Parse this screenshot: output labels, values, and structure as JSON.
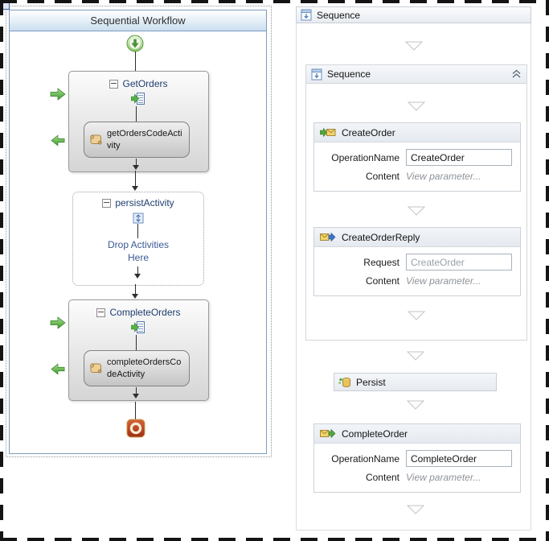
{
  "left_designer": {
    "title": "Sequential Workflow",
    "get_orders": {
      "label": "GetOrders",
      "code_activity": "getOrdersCodeActivity"
    },
    "persist_activity": {
      "label": "persistActivity",
      "drop_hint": "Drop Activities Here"
    },
    "complete_orders": {
      "label": "CompleteOrders",
      "code_activity": "completeOrdersCodeActivity"
    }
  },
  "right_designer": {
    "outer_sequence_title": "Sequence",
    "inner_sequence_title": "Sequence",
    "create_order": {
      "title": "CreateOrder",
      "operation_label": "OperationName",
      "operation_value": "CreateOrder",
      "content_label": "Content",
      "content_value": "View parameter..."
    },
    "create_order_reply": {
      "title": "CreateOrderReply",
      "request_label": "Request",
      "request_value": "CreateOrder",
      "content_label": "Content",
      "content_value": "View parameter..."
    },
    "persist": {
      "title": "Persist"
    },
    "complete_order": {
      "title": "CompleteOrder",
      "operation_label": "OperationName",
      "operation_value": "CompleteOrder",
      "content_label": "Content",
      "content_value": "View parameter..."
    }
  },
  "colors": {
    "start_green": "#63a84a",
    "stop_red": "#b03a18",
    "flow_arrow_green": "#4ba136",
    "drop_hint_blue": "#3b5a92",
    "panel_header_blue": "#cbdff0",
    "selection_dash": "#141414"
  }
}
